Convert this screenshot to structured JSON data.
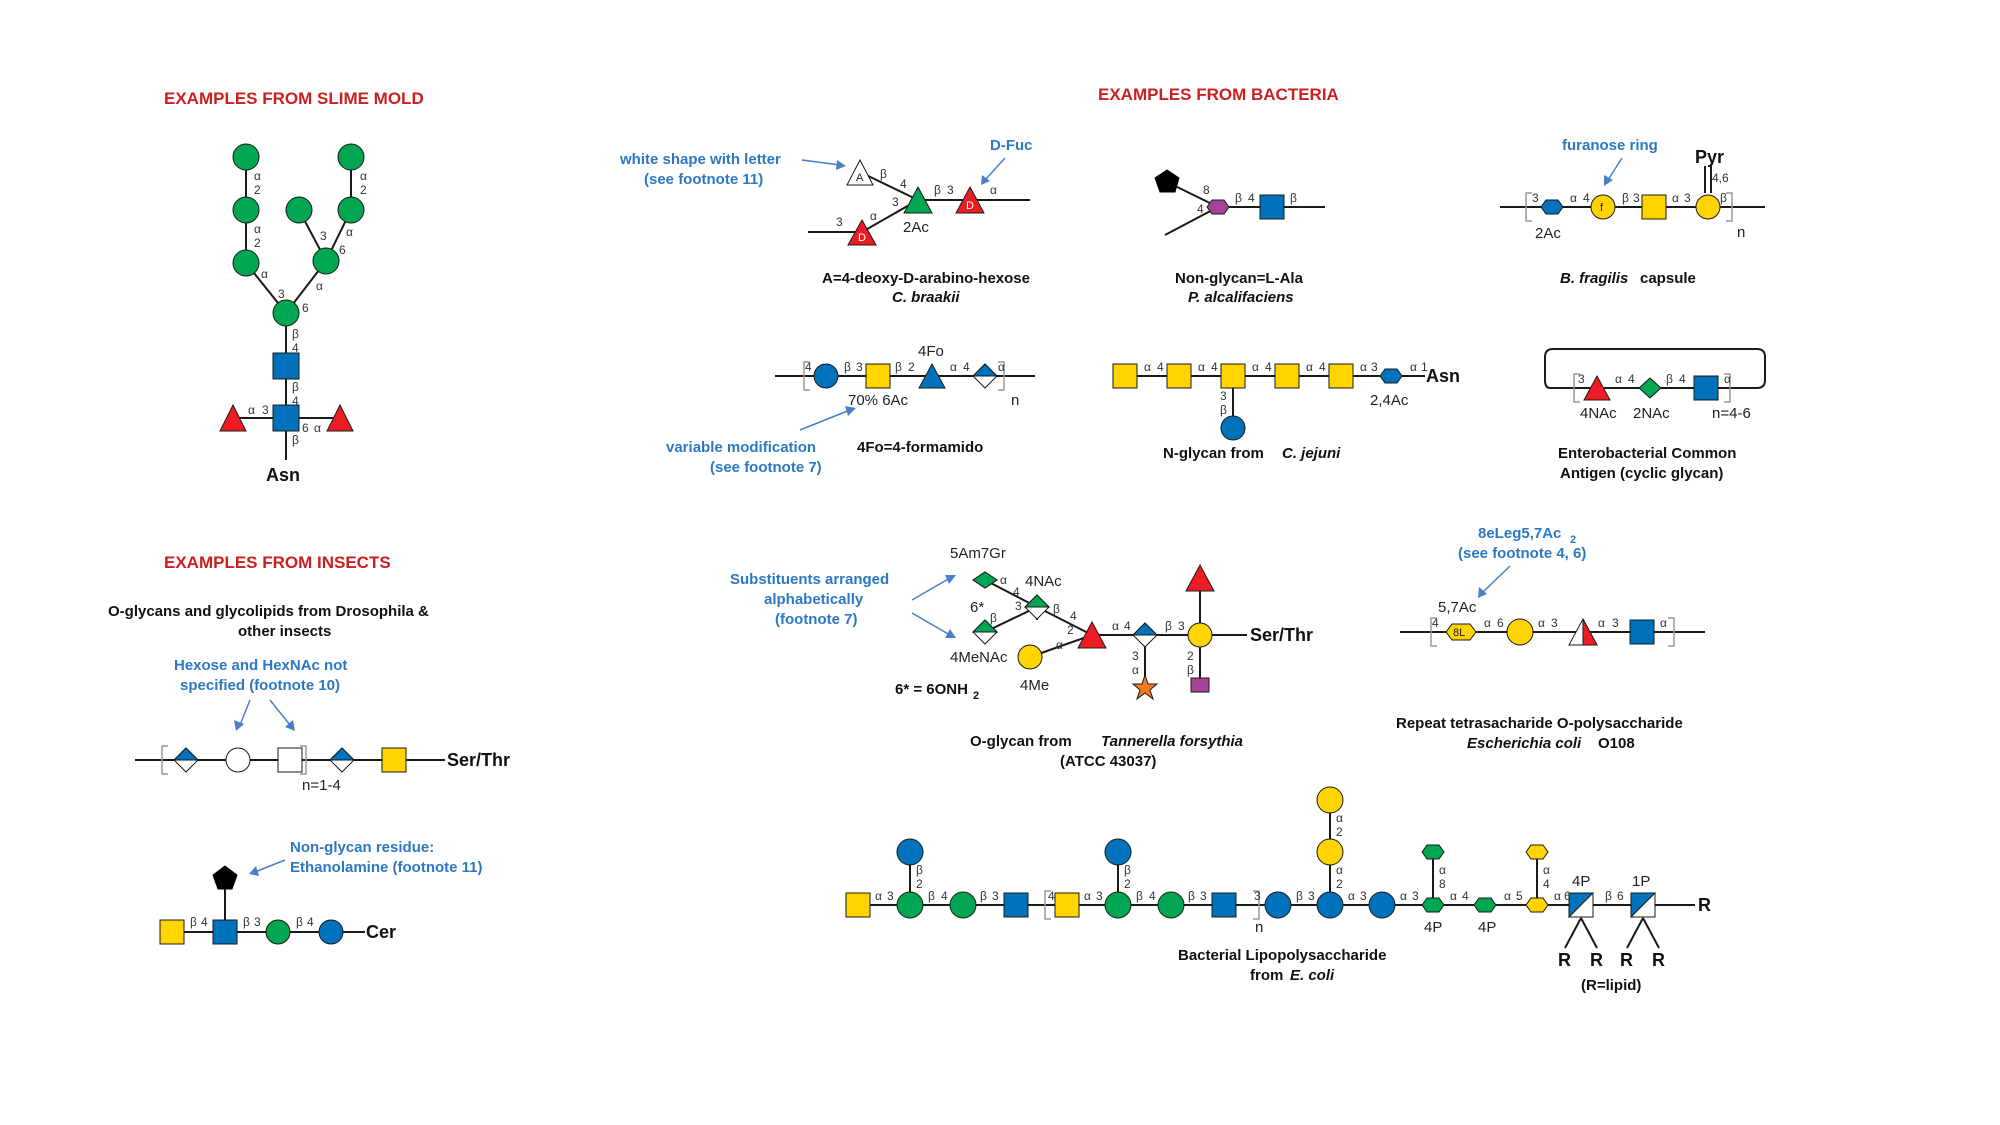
{
  "headings": {
    "slime_mold": "EXAMPLES FROM SLIME MOLD",
    "insects": "EXAMPLES FROM INSECTS",
    "bacteria": "EXAMPLES FROM BACTERIA"
  },
  "colors": {
    "heading_red": "#cc1f1f",
    "note_blue": "#2e78c2",
    "green": "#00a651",
    "yellow": "#ffd400",
    "blue": "#0072bc",
    "red": "#ed1c24",
    "purple": "#a54399",
    "orange": "#f47920"
  },
  "slime_mold": {
    "root": "Asn"
  },
  "insects": {
    "caption_line1": "O-glycans and glycolipids from Drosophila &",
    "caption_line2": "other insects",
    "note_hexose_line1": "Hexose and HexNAc not",
    "note_hexose_line2": "specified (footnote 10)",
    "repeat_count": "n=1-4",
    "root": "Ser/Thr",
    "note_ethanolamine_line1": "Non-glycan residue:",
    "note_ethanolamine_line2": "Ethanolamine (footnote 11)",
    "glycolipid_root": "Cer"
  },
  "bacteria": {
    "braakii": {
      "note_white_line1": "white shape with letter",
      "note_white_line2": "(see footnote 11)",
      "note_dfuc": "D-Fuc",
      "letter_a": "A",
      "letter_d": "D",
      "sub": "2Ac",
      "caption_line1": "A=4-deoxy-D-arabino-hexose",
      "caption_line2": "C. braakii"
    },
    "alcalifaciens": {
      "caption_line1": "Non-glycan=L-Ala",
      "caption_line2": "P. alcalifaciens"
    },
    "fragilis": {
      "note": "furanose ring",
      "pyr": "Pyr",
      "pyr_link": "4,6",
      "sub": "2Ac",
      "letter_f": "f",
      "repeat": "n",
      "caption_italic": "B. fragilis",
      "caption_rest": " capsule"
    },
    "formamido": {
      "top_sub": "4Fo",
      "bottom_sub": "70% 6Ac",
      "repeat": "n",
      "note_line1": "variable modification",
      "note_line2": "(see footnote 7)",
      "caption": "4Fo=4-formamido"
    },
    "jejuni": {
      "root": "Asn",
      "sub": "2,4Ac",
      "caption_prefix": "N-glycan from ",
      "caption_italic": "C. jejuni"
    },
    "eca": {
      "sub1": "4NAc",
      "sub2": "2NAc",
      "repeat": "n=4-6",
      "caption_line1": "Enterobacterial Common",
      "caption_line2": "Antigen (cyclic glycan)"
    },
    "tannerella": {
      "note_line1": "Substituents arranged",
      "note_line2": "alphabetically",
      "note_line3": "(footnote 7)",
      "sub_top": "5Am7Gr",
      "sub_nac": "4NAc",
      "sub_6star": "6*",
      "sub_4menac": "4MeNAc",
      "sub_4me": "4Me",
      "footnote_def": "6* = 6ONH",
      "footnote_sub": "2",
      "root": "Ser/Thr",
      "caption_prefix": "O-glycan from ",
      "caption_italic": "Tannerella forsythia",
      "caption_line2": "(ATCC 43037)"
    },
    "ecoli_o108": {
      "note_line1": "8eLeg5,7Ac",
      "note_line1_sub": "2",
      "note_line2": "(see footnote 4, 6)",
      "sub": "5,7Ac",
      "letter_bl": "8L",
      "caption_line1": "Repeat tetrasacharide O-polysaccharide",
      "caption_italic": "Escherichia coli",
      "caption_rest": " O108"
    },
    "lps": {
      "repeat": "n",
      "sub_4p_1": "4P",
      "sub_4p_2": "4P",
      "sub_4p_3": "4P",
      "sub_1p": "1P",
      "root": "R",
      "lipid_r": "R",
      "caption_line1": "Bacterial Lipopolysaccharide",
      "caption_prefix": "from ",
      "caption_italic": "E. coli",
      "lipid_def": "(R=lipid)"
    }
  }
}
